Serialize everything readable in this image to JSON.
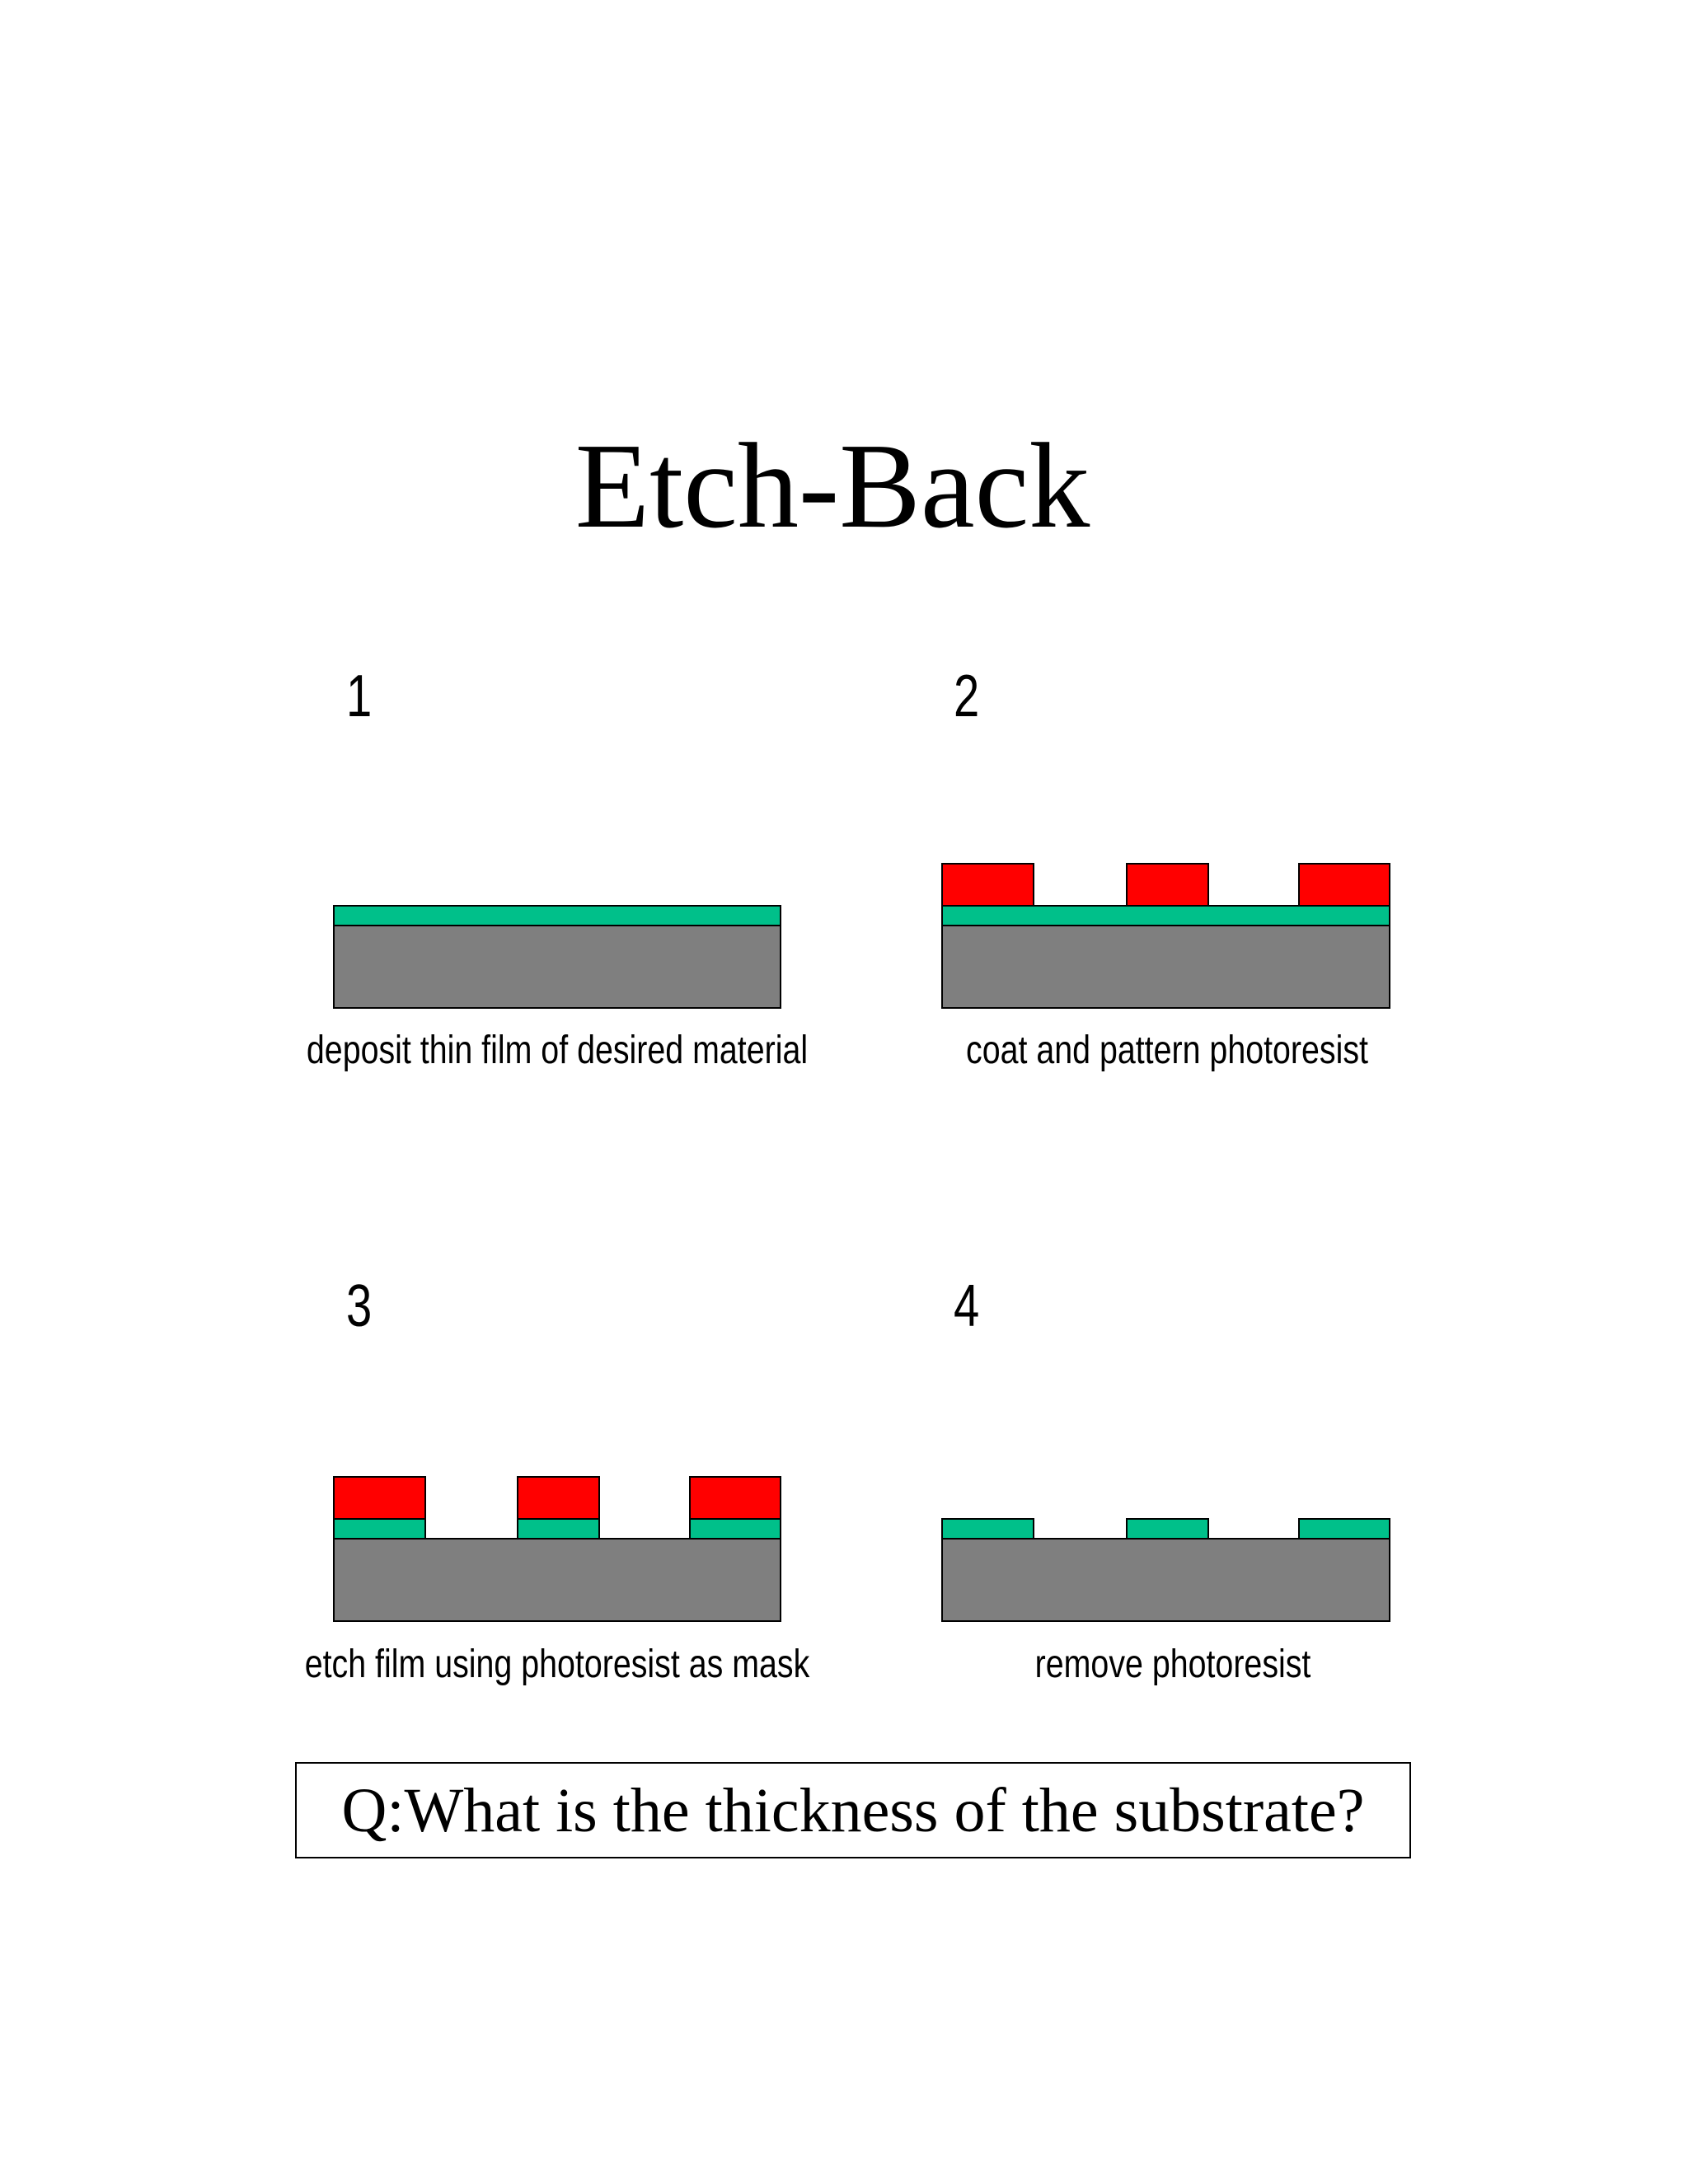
{
  "title": "Etch-Back",
  "colors": {
    "substrate": "#7f7f7f",
    "film": "#00c08a",
    "photoresist": "#ff0000",
    "outline": "#000000"
  },
  "steps": [
    {
      "number": "1",
      "caption": "deposit thin film of desired material"
    },
    {
      "number": "2",
      "caption": "coat and pattern photoresist"
    },
    {
      "number": "3",
      "caption": "etch film using photoresist as mask"
    },
    {
      "number": "4",
      "caption": "remove photoresist"
    }
  ],
  "question": "Q:What is the thickness of the substrate?"
}
